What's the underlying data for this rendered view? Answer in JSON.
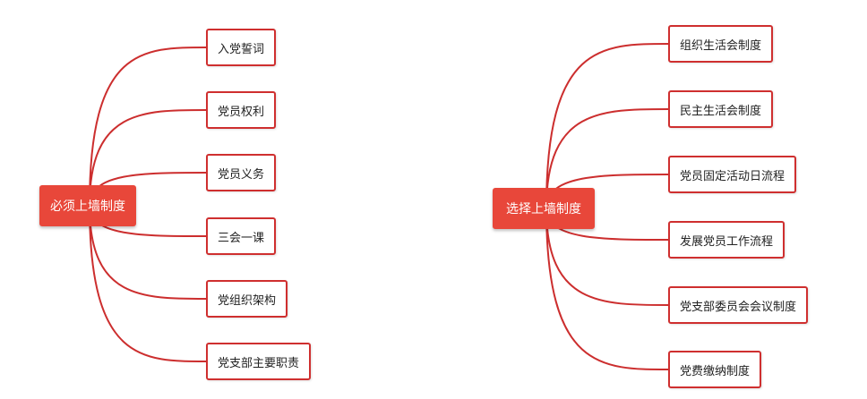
{
  "colors": {
    "accent": "#e8473a",
    "branch": "#cc2e2e",
    "leaf_border": "#cf2f2f"
  },
  "maps": [
    {
      "root": "必须上墙制度",
      "children": [
        "入党誓词",
        "党员权利",
        "党员义务",
        "三会一课",
        "党组织架构",
        "党支部主要职责"
      ]
    },
    {
      "root": "选择上墙制度",
      "children": [
        "组织生活会制度",
        "民主生活会制度",
        "党员固定活动日流程",
        "发展党员工作流程",
        "党支部委员会会议制度",
        "党费缴纳制度"
      ]
    }
  ]
}
